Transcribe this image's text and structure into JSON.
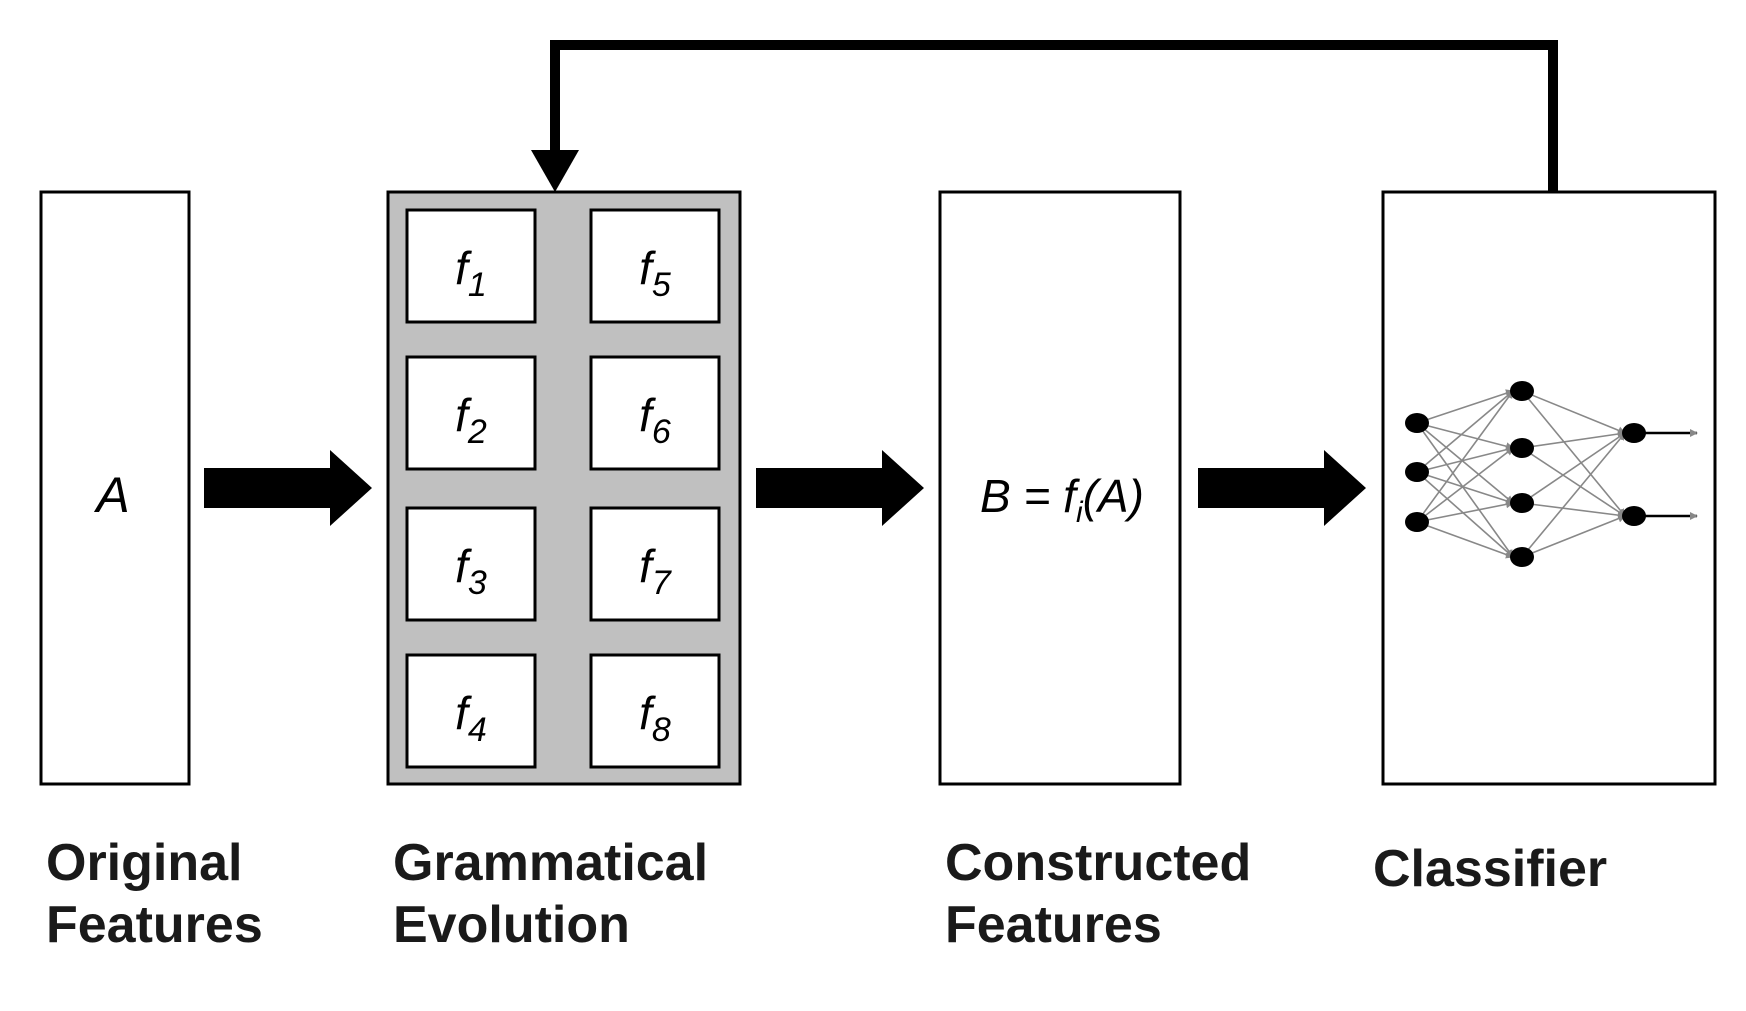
{
  "stages": {
    "original": {
      "symbol": "A",
      "caption_line1": "Original",
      "caption_line2": "Features"
    },
    "grammatical": {
      "caption_line1": "Grammatical",
      "caption_line2": "Evolution",
      "functions": [
        {
          "base": "f",
          "sub": "1"
        },
        {
          "base": "f",
          "sub": "2"
        },
        {
          "base": "f",
          "sub": "3"
        },
        {
          "base": "f",
          "sub": "4"
        },
        {
          "base": "f",
          "sub": "5"
        },
        {
          "base": "f",
          "sub": "6"
        },
        {
          "base": "f",
          "sub": "7"
        },
        {
          "base": "f",
          "sub": "8"
        }
      ]
    },
    "constructed": {
      "formula_prefix": "B = ",
      "formula_func": "f",
      "formula_sub": "i",
      "formula_suffix": "(A)",
      "caption_line1": "Constructed",
      "caption_line2": "Features"
    },
    "classifier": {
      "caption": "Classifier"
    }
  },
  "colors": {
    "stroke": "#000000",
    "ge_fill": "#c0c0c0",
    "nn_edge": "#888888"
  },
  "icons": {
    "classifier": "neural-network-icon"
  }
}
